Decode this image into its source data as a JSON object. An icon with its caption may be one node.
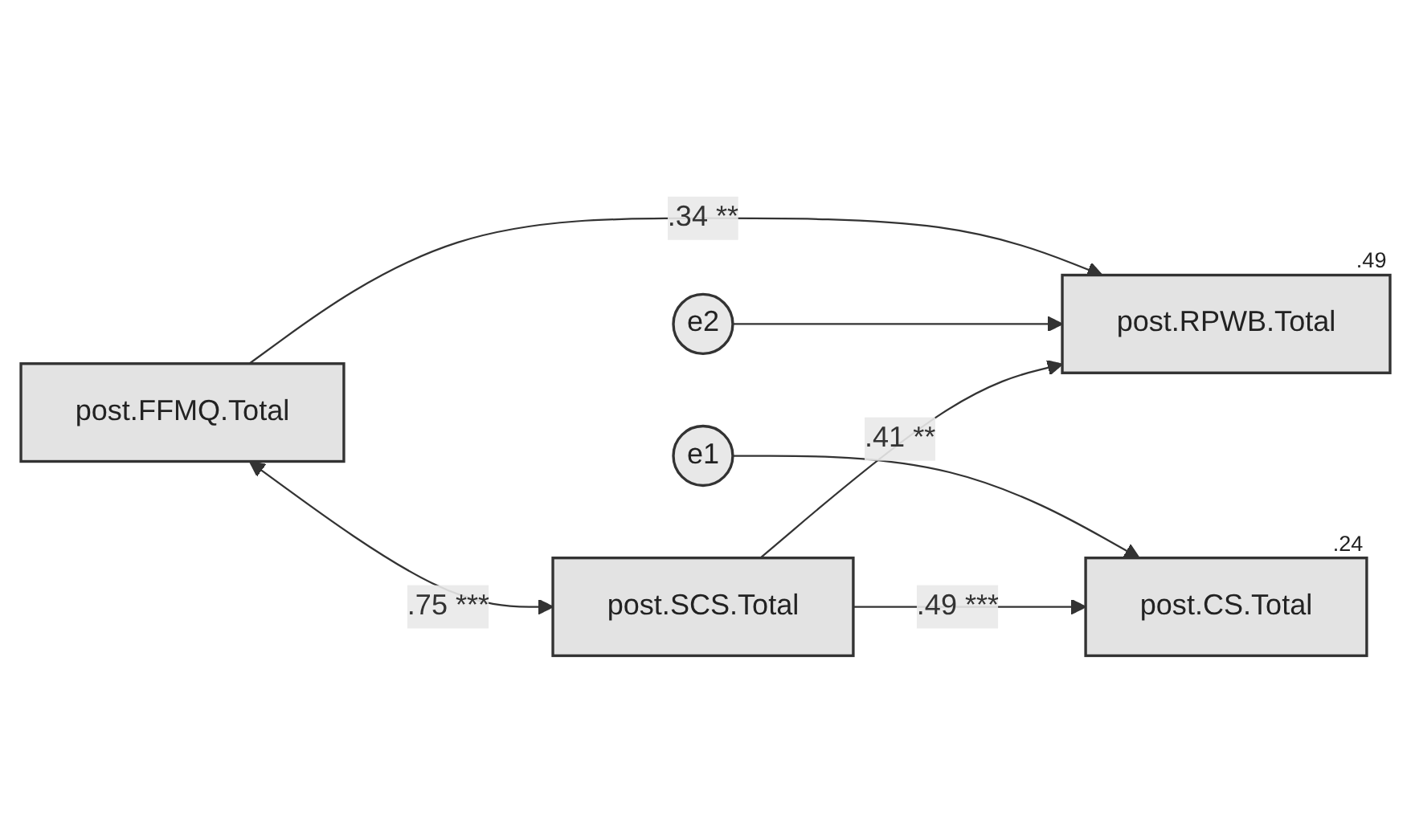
{
  "diagram": {
    "nodes": [
      {
        "text": [
          "post.FFMQ.Total"
        ]
      },
      {
        "text": [
          "e1"
        ]
      },
      {
        "text": [
          "e2"
        ]
      },
      {
        "text": [
          "post.CS.Total"
        ],
        "beside": [
          ".24"
        ]
      },
      {
        "text": [
          "post.RPWB.Total"
        ],
        "beside": [
          ".49"
        ]
      },
      {
        "text": [
          "post.SCS.Total"
        ]
      }
    ],
    "edges": [
      {
        "from": 0,
        "to": 4,
        "arrow": "to",
        "label": ".34 **"
      },
      {
        "from": 0,
        "to": 5,
        "arrow": "both",
        "label": ".75 ***"
      },
      {
        "from": 1,
        "to": 3,
        "arrow": "to"
      },
      {
        "from": 2,
        "to": 4,
        "arrow": "to"
      },
      {
        "from": 5,
        "to": 3,
        "arrow": "to",
        "label": ".49 ***"
      },
      {
        "from": 5,
        "to": 4,
        "arrow": "to",
        "label": ".41 **"
      }
    ]
  }
}
